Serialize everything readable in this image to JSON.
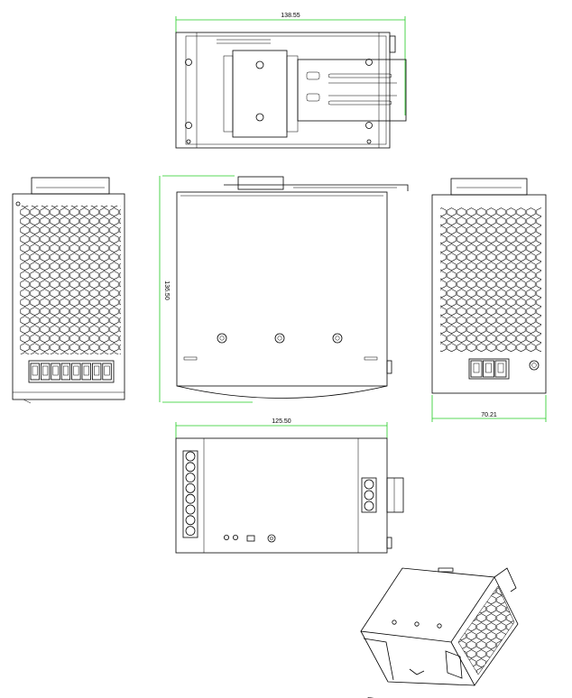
{
  "dimensions": {
    "top_width": "138.55",
    "front_height": "136.50",
    "side_depth": "70.21",
    "bottom_width": "125.50"
  },
  "colors": {
    "line": "#000000",
    "dimension": "#22cc22",
    "background": "#ffffff"
  },
  "counts": {
    "left_terminals": 8,
    "right_terminals": 3,
    "bottom_left_terminals": 8,
    "bottom_right_terminals": 3,
    "front_screws": 3
  }
}
